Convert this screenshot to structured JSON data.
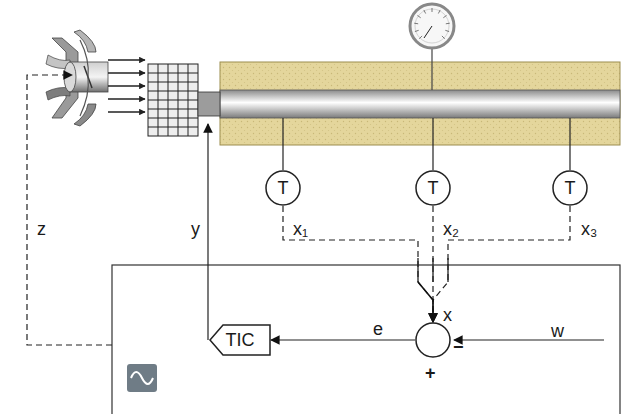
{
  "diagram": {
    "nodes": [
      {
        "text": [
          "T"
        ]
      },
      {
        "text": [
          "T"
        ]
      },
      {
        "text": [
          "T"
        ]
      },
      {
        "text": [
          "TIC"
        ]
      },
      {
        "text": [
          "−",
          "+"
        ]
      }
    ],
    "edges": [
      {
        "from": 0,
        "to": 4,
        "arrow": "to",
        "label": "x₁"
      },
      {
        "from": 1,
        "to": 4,
        "arrow": "to",
        "label": "x₂"
      },
      {
        "from": 2,
        "to": 4,
        "arrow": "to",
        "label": "x₃"
      },
      {
        "from": 4,
        "to": 3,
        "arrow": "to",
        "label": "e"
      }
    ],
    "labels": [
      "z",
      "y",
      "x",
      "w"
    ]
  }
}
